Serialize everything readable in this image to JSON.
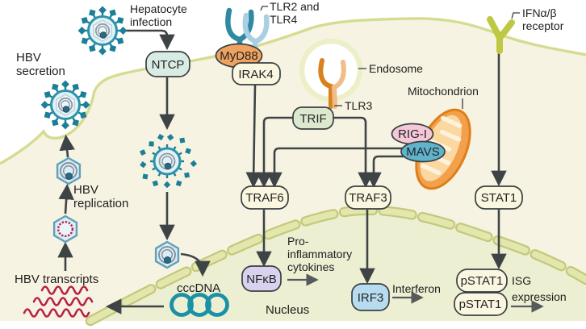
{
  "figure_type": "HBV innate immune signalling pathway diagram",
  "annotations": {
    "hepatocyte_infection": {
      "line1": "Hepatocyte",
      "line2": "infection"
    },
    "hbv_secretion": {
      "line1": "HBV",
      "line2": "secretion"
    },
    "hbv_replication": {
      "line1": "HBV",
      "line2": "replication"
    },
    "hbv_transcripts": "HBV transcripts",
    "cccdna": "cccDNA",
    "nucleus": "Nucleus",
    "tlr24": {
      "line1": "TLR2 and",
      "line2": "TLR4"
    },
    "endosome": "Endosome",
    "tlr3": "TLR3",
    "mitochondrion": "Mitochondrion",
    "ifn_receptor": {
      "line1": "IFNα/β",
      "line2": "receptor"
    },
    "pro_inflammatory": {
      "line1": "Pro-",
      "line2": "inflammatory",
      "line3": "cytokines"
    },
    "interferon": "Interferon",
    "isg": {
      "line1": "ISG",
      "line2": "expression"
    }
  },
  "nodes": {
    "ntcp": "NTCP",
    "myd88": "MyD88",
    "irak4": "IRAK4",
    "trif": "TRIF",
    "rigi": "RIG-I",
    "mavs": "MAVS",
    "traf6": "TRAF6",
    "traf3": "TRAF3",
    "stat1": "STAT1",
    "nfkb": "NFκB",
    "irf3": "IRF3",
    "pstat1_upper": "pSTAT1",
    "pstat1_lower": "pSTAT1"
  },
  "colors": {
    "cell_cytoplasm": "#f7f3e2",
    "cell_membrane": "#d6db92",
    "nucleus_fill": "#edefd2",
    "nuclear_envelope": "#c3c97b",
    "virus_teal": "#2b93aa",
    "virus_spike": "#1d7f97",
    "transcript_red": "#b6204a",
    "cccdna_teal": "#1b91a6",
    "myd88_orange": "#f0a360",
    "mitochondrion_orange": "#f2a04b",
    "tlr3_orange": "#d8821f",
    "rigi_pink": "#f5c8d9",
    "mavs_teal": "#5fb3cb",
    "nfkb_purple": "#d9d2ee",
    "irf3_blue": "#b7dcf0",
    "cream_node": "#fbf6df",
    "ntcp_mint": "#d9ece4",
    "trif_green": "#dde9cf",
    "ifn_receptor_olive": "#bfc845",
    "arrow_dark": "#3e4446"
  }
}
